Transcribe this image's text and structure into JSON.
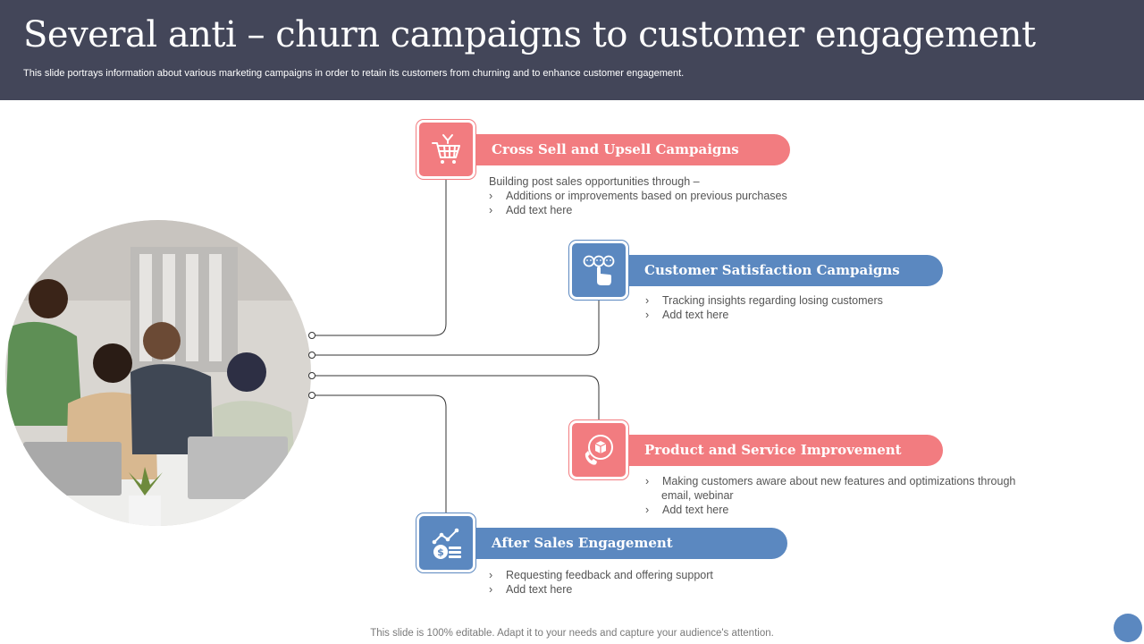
{
  "header": {
    "title": "Several anti – churn campaigns to customer engagement",
    "subtitle": "This slide portrays information about various marketing campaigns in order to retain its customers from churning and to enhance customer engagement."
  },
  "campaigns": [
    {
      "title": "Cross Sell and Upsell Campaigns",
      "icon": "shopping-cart-icon",
      "intro": "Building post sales opportunities through –",
      "bullets": [
        "Additions or improvements  based on previous  purchases",
        "Add text here"
      ]
    },
    {
      "title": "Customer Satisfaction Campaigns",
      "icon": "satisfaction-rating-icon",
      "bullets": [
        "Tracking insights regarding  losing customers",
        "Add text here"
      ]
    },
    {
      "title": "Product and Service Improvement",
      "icon": "customer-support-icon",
      "bullets": [
        "Making customers aware about new features and optimizations through",
        "Add text here"
      ],
      "continuation": "email, webinar"
    },
    {
      "title": "After Sales Engagement",
      "icon": "growth-chart-money-icon",
      "bullets": [
        "Requesting feedback and offering support",
        "Add text here"
      ]
    }
  ],
  "bullet_mark": "›",
  "footer": "This slide is 100% editable. Adapt it to your needs and capture your audience's attention.",
  "colors": {
    "header": "#434659",
    "pink": "#f27c80",
    "blue": "#5b88c0",
    "connector": "#333333"
  }
}
